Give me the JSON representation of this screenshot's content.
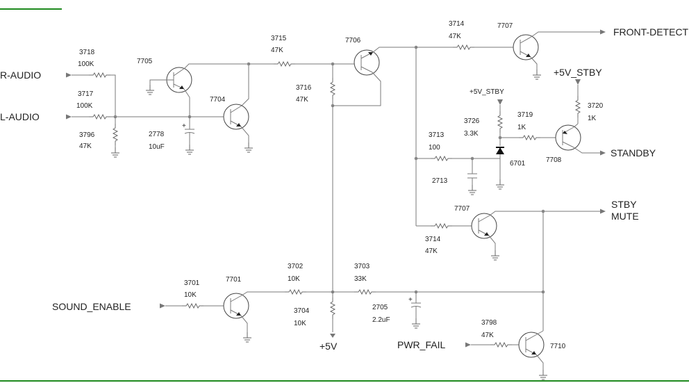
{
  "colors": {
    "frame": "#1f8a1f",
    "wire": "#7a7a7a",
    "text": "#222222"
  },
  "signals": {
    "r_audio": "R-AUDIO",
    "l_audio": "L-AUDIO",
    "front_detect": "FRONT-DETECT",
    "standby": "STANDBY",
    "stby_mute_1": "STBY",
    "stby_mute_2": "MUTE",
    "sound_enable": "SOUND_ENABLE",
    "pwr_fail": "PWR_FAIL",
    "plus5v": "+5V",
    "plus5v_stby_big": "+5V_STBY",
    "plus5v_stby_small": "+5V_STBY"
  },
  "components": {
    "r3718": {
      "ref": "3718",
      "val": "100K"
    },
    "r3717": {
      "ref": "3717",
      "val": "100K"
    },
    "r3796": {
      "ref": "3796",
      "val": "47K"
    },
    "c2778": {
      "ref": "2778",
      "val": "10uF"
    },
    "q7705": {
      "ref": "7705"
    },
    "q7704": {
      "ref": "7704"
    },
    "r3715": {
      "ref": "3715",
      "val": "47K"
    },
    "r3716": {
      "ref": "3716",
      "val": "47K"
    },
    "q7706": {
      "ref": "7706"
    },
    "r3714a": {
      "ref": "3714",
      "val": "47K"
    },
    "q7707a": {
      "ref": "7707"
    },
    "r3720": {
      "ref": "3720",
      "val": "1K"
    },
    "r3726": {
      "ref": "3726",
      "val": "3.3K"
    },
    "r3719": {
      "ref": "3719",
      "val": "1K"
    },
    "q7708": {
      "ref": "7708"
    },
    "r3713": {
      "ref": "3713",
      "val": "100"
    },
    "c2713": {
      "ref": "2713"
    },
    "d6701": {
      "ref": "6701"
    },
    "q7707b": {
      "ref": "7707"
    },
    "r3714b": {
      "ref": "3714",
      "val": "47K"
    },
    "r3701": {
      "ref": "3701",
      "val": "10K"
    },
    "q7701": {
      "ref": "7701"
    },
    "r3702": {
      "ref": "3702",
      "val": "10K"
    },
    "r3704": {
      "ref": "3704",
      "val": "10K"
    },
    "r3703": {
      "ref": "3703",
      "val": "33K"
    },
    "c2705": {
      "ref": "2705",
      "val": "2.2uF"
    },
    "r3798": {
      "ref": "3798",
      "val": "47K"
    },
    "q7710": {
      "ref": "7710"
    }
  }
}
